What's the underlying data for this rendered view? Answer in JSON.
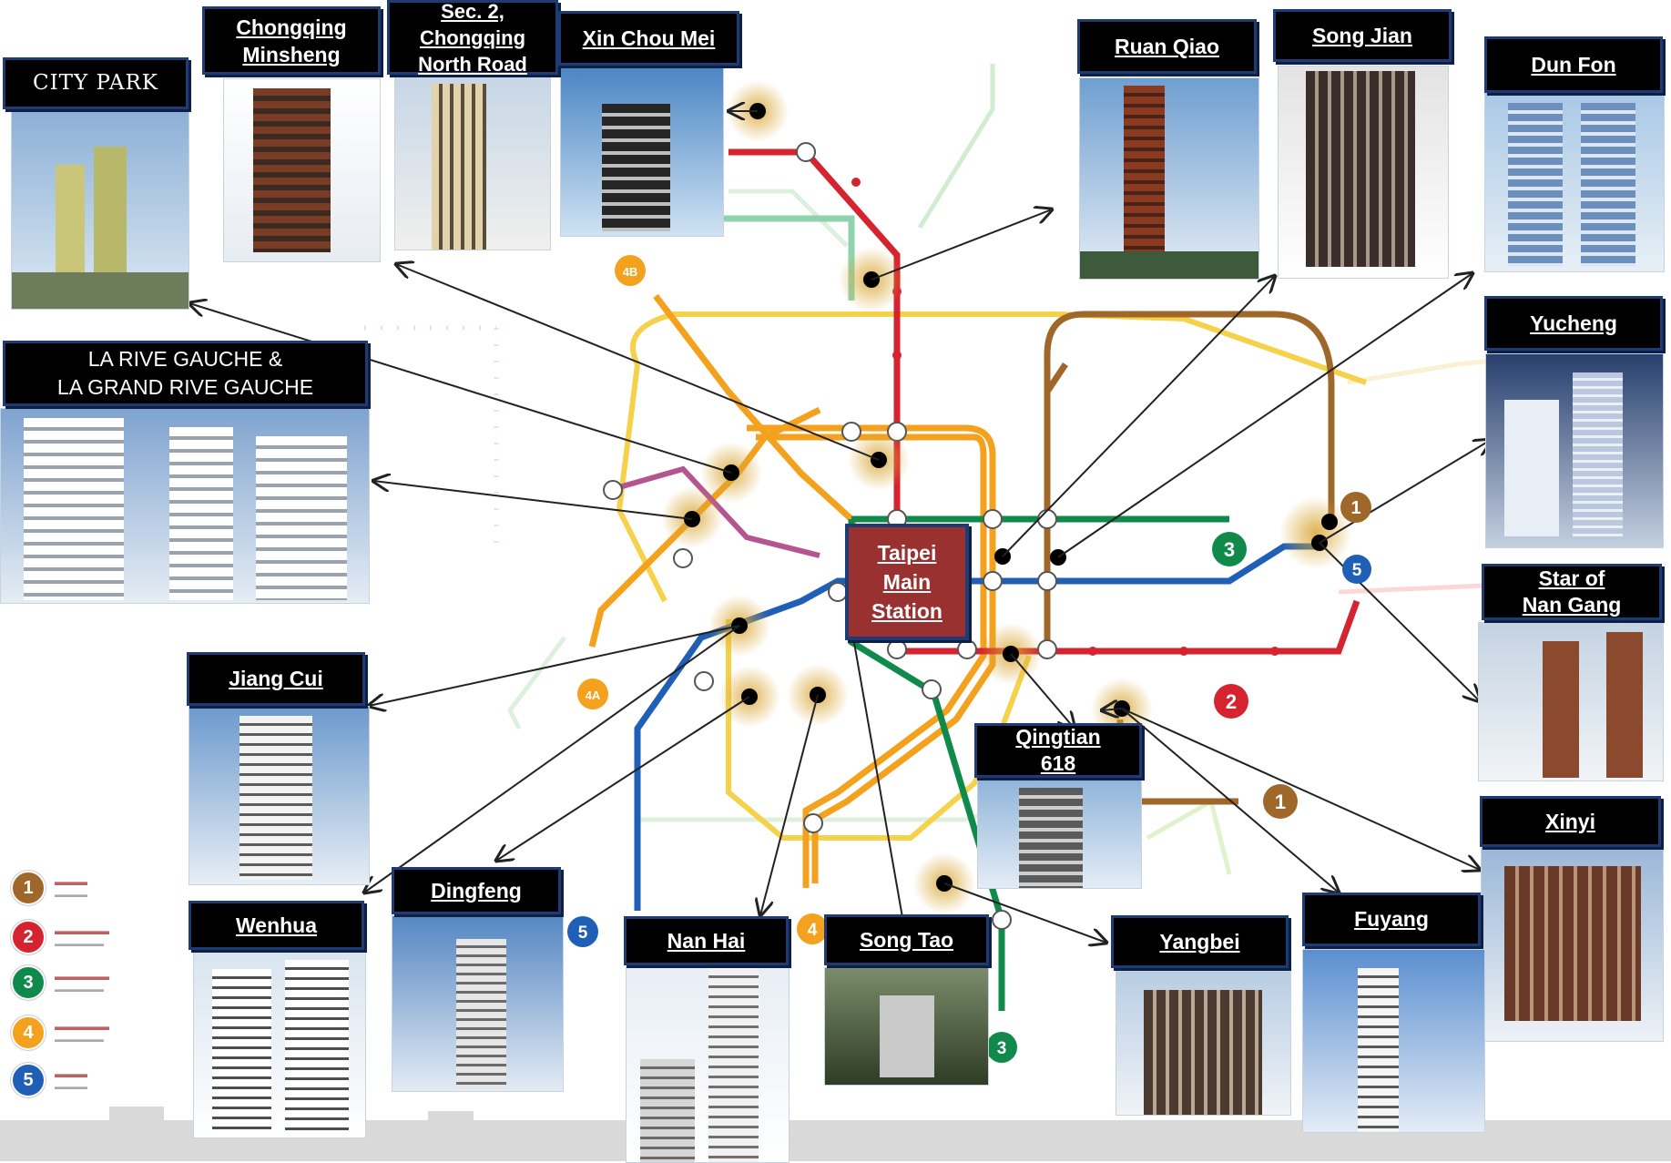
{
  "center": {
    "label": "Taipei\nMain\nStation"
  },
  "projects": {
    "city_park": "CITY PARK",
    "chongqing_minsheng": "Chongqing\nMinsheng",
    "chongqing_north": "Sec. 2,\nChongqing\nNorth Road",
    "xin_chou_mei": "Xin Chou Mei",
    "ruan_qiao": "Ruan Qiao",
    "song_jian": "Song Jian",
    "dun_fon": "Dun Fon",
    "yucheng": "Yucheng",
    "la_rive": "LA RIVE GAUCHE &\nLA GRAND RIVE GAUCHE",
    "star_nangang": "Star of\nNan Gang",
    "jiang_cui": "Jiang Cui",
    "qingtian": "Qingtian\n618",
    "xinyi": "Xinyi",
    "dingfeng": "Dingfeng",
    "wenhua": "Wenhua",
    "nan_hai": "Nan Hai",
    "song_tao": "Song Tao",
    "yangbei": "Yangbei",
    "fuyang": "Fuyang"
  },
  "line_badges": [
    "1",
    "2",
    "3",
    "4",
    "5",
    "4A",
    "4B"
  ],
  "legend": [
    {
      "num": "1",
      "color": "#a0672a"
    },
    {
      "num": "2",
      "color": "#d5232f"
    },
    {
      "num": "3",
      "color": "#108a4a"
    },
    {
      "num": "4",
      "color": "#f4a11d"
    },
    {
      "num": "5",
      "color": "#1f5fb5"
    }
  ],
  "colors": {
    "brown": "#a0672a",
    "red": "#d5232f",
    "green": "#108a4a",
    "orange": "#f4a11d",
    "blue": "#1f5fb5",
    "label_bg": "#000000",
    "label_border": "#1f3b73",
    "main_station": "#9a3131"
  }
}
